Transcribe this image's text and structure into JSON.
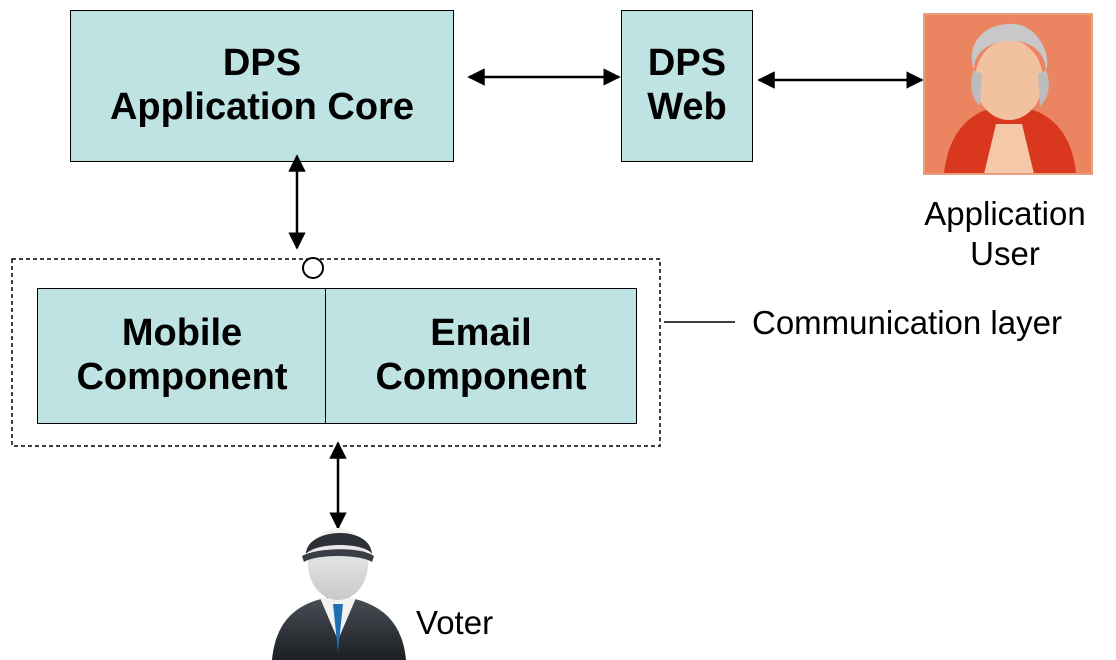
{
  "nodes": {
    "core": {
      "line1": "DPS",
      "line2": "Application Core"
    },
    "web": {
      "line1": "DPS",
      "line2": "Web"
    },
    "mobile": {
      "line1": "Mobile",
      "line2": "Component"
    },
    "email": {
      "line1": "Email",
      "line2": "Component"
    }
  },
  "labels": {
    "communication_layer": "Communication layer",
    "application_user_line1": "Application",
    "application_user_line2": "User",
    "voter": "Voter"
  },
  "icons": {
    "application_user": "portrait-user-icon",
    "voter": "businessman-avatar-icon"
  },
  "colors": {
    "box_fill": "#bfe3e3",
    "stroke": "#000000"
  }
}
